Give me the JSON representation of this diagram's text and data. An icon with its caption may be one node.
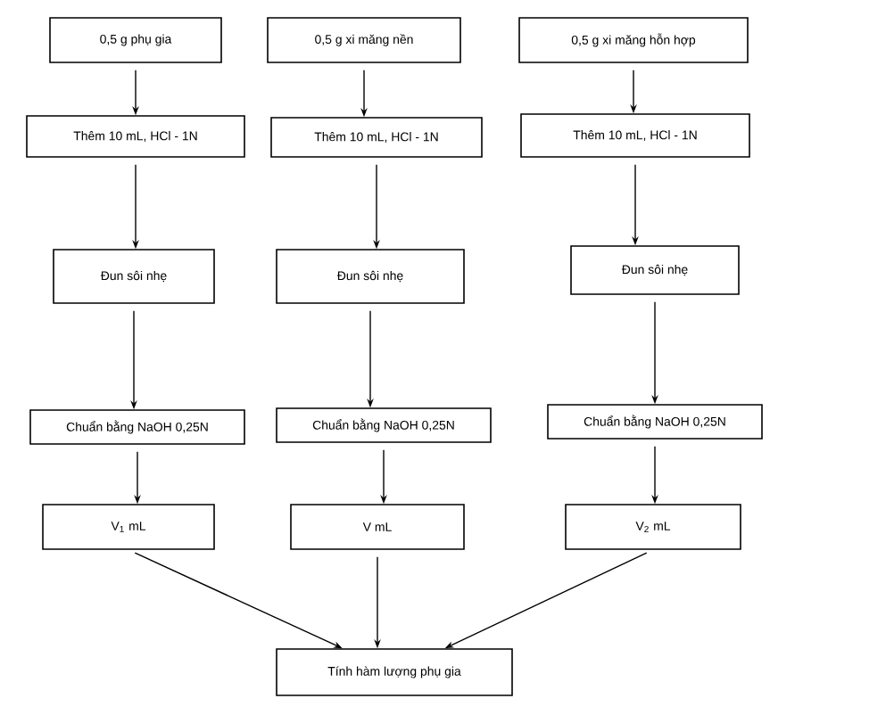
{
  "diagram": {
    "nodes": [
      {
        "text": [
          "0,5 g  phụ gia"
        ]
      },
      {
        "text": [
          "0,5 g  xi măng  nền"
        ]
      },
      {
        "text": [
          "0,5 g  xi măng  hỗn hợp"
        ]
      },
      {
        "text": [
          "Thêm 10 mL, HCl - 1N"
        ]
      },
      {
        "text": [
          "Thêm 10 mL, HCl - 1N"
        ]
      },
      {
        "text": [
          "Thêm 10 mL, HCl - 1N"
        ]
      },
      {
        "text": [
          "Đun sôi nhẹ"
        ]
      },
      {
        "text": [
          "Đun sôi nhẹ"
        ]
      },
      {
        "text": [
          "Đun sôi nhẹ"
        ]
      },
      {
        "text": [
          "Chuẩn bằng NaOH 0,25N"
        ]
      },
      {
        "text": [
          "Chuẩn bằng NaOH 0,25N"
        ]
      },
      {
        "text": [
          "Chuẩn bằng NaOH 0,25N"
        ]
      },
      {
        "text": [
          "V$_{1}$  mL"
        ]
      },
      {
        "text": [
          "V  mL"
        ]
      },
      {
        "text": [
          "V$_{2}$ mL"
        ]
      },
      {
        "text": [
          "Tính hàm lượng phụ gia"
        ]
      }
    ],
    "edges": [
      {
        "from": 0,
        "to": 3,
        "arrow": "to"
      },
      {
        "from": 1,
        "to": 4,
        "arrow": "to"
      },
      {
        "from": 2,
        "to": 5,
        "arrow": "to"
      },
      {
        "from": 3,
        "to": 6,
        "arrow": "to"
      },
      {
        "from": 4,
        "to": 7,
        "arrow": "to"
      },
      {
        "from": 5,
        "to": 8,
        "arrow": "to"
      },
      {
        "from": 6,
        "to": 9,
        "arrow": "to"
      },
      {
        "from": 7,
        "to": 10,
        "arrow": "to"
      },
      {
        "from": 8,
        "to": 11,
        "arrow": "to"
      },
      {
        "from": 9,
        "to": 12,
        "arrow": "to"
      },
      {
        "from": 10,
        "to": 13,
        "arrow": "to"
      },
      {
        "from": 11,
        "to": 14,
        "arrow": "to"
      },
      {
        "from": 12,
        "to": 15,
        "arrow": "to"
      },
      {
        "from": 13,
        "to": 15,
        "arrow": "to"
      },
      {
        "from": 14,
        "to": 15,
        "arrow": "to"
      }
    ]
  }
}
